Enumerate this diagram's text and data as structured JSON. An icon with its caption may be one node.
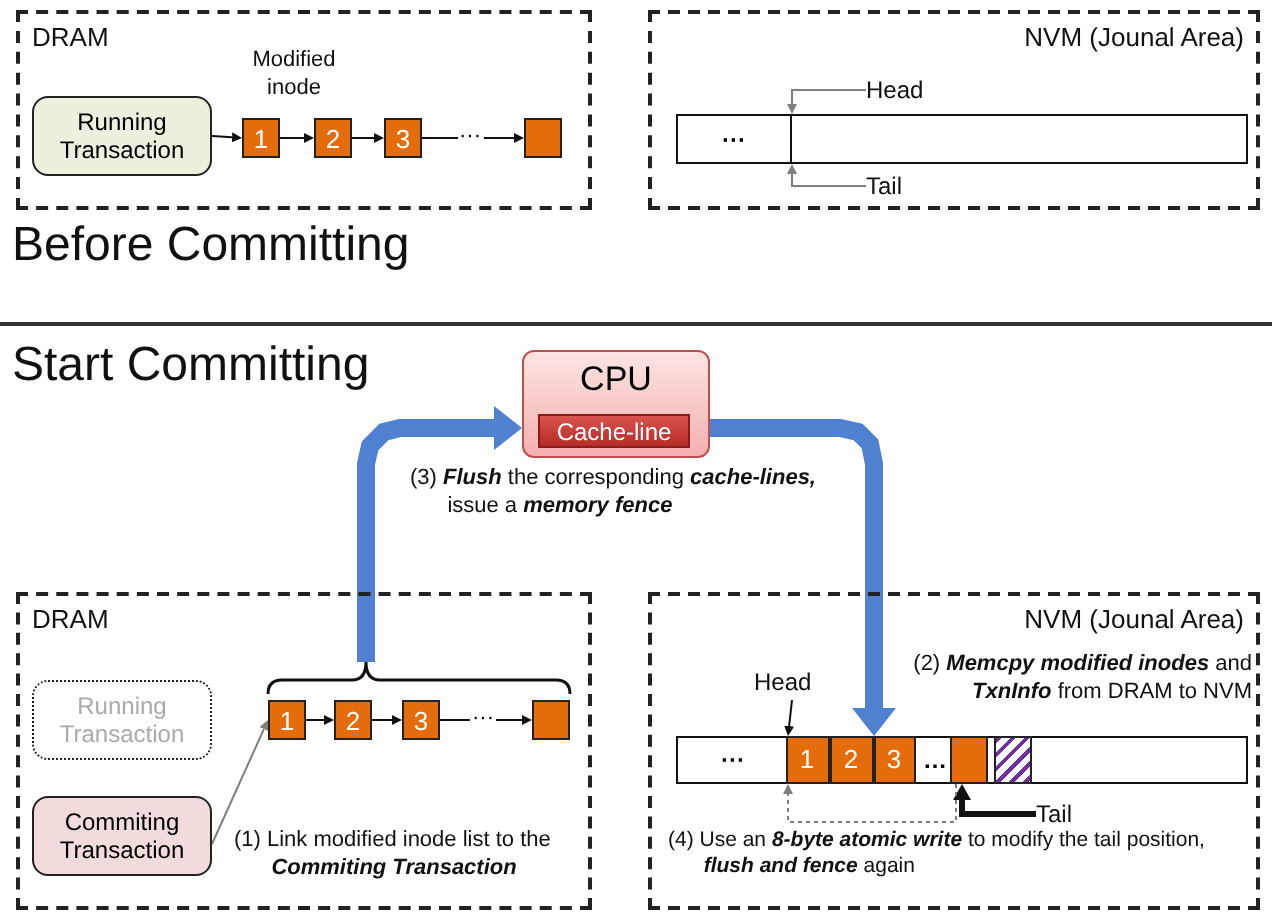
{
  "diagram": {
    "nodes": [
      {
        "text": [
          "DRAM"
        ]
      },
      {
        "text": [
          "Running Transaction"
        ],
        "in": 0
      },
      {
        "text": [
          "1"
        ],
        "in": 0
      },
      {
        "text": [
          "2"
        ],
        "in": 0
      },
      {
        "text": [
          "3"
        ],
        "in": 0
      },
      {
        "text": [],
        "shape": "box",
        "in": 0
      },
      {
        "text": [
          "NVM (Jounal Area)"
        ]
      },
      {
        "text": [
          "···"
        ],
        "in": 6
      },
      {
        "text": [
          "Head"
        ],
        "in": 6
      },
      {
        "text": [
          "Tail"
        ],
        "in": 6
      },
      {
        "text": [
          "CPU"
        ]
      },
      {
        "text": [
          "Cache-line"
        ],
        "in": 10
      },
      {
        "text": [
          "DRAM"
        ]
      },
      {
        "text": [
          "Running Transaction"
        ],
        "in": 12
      },
      {
        "text": [
          "Commiting Transaction"
        ],
        "in": 12
      },
      {
        "text": [
          "1"
        ],
        "in": 12
      },
      {
        "text": [
          "2"
        ],
        "in": 12
      },
      {
        "text": [
          "3"
        ],
        "in": 12
      },
      {
        "text": [],
        "shape": "box",
        "in": 12
      },
      {
        "text": [
          "NVM (Jounal Area)"
        ]
      },
      {
        "text": [
          "···",
          "…"
        ],
        "in": 19
      },
      {
        "text": [
          "1"
        ],
        "in": 20
      },
      {
        "text": [
          "2"
        ],
        "in": 20
      },
      {
        "text": [
          "3"
        ],
        "in": 20
      },
      {
        "text": [],
        "shape": "box",
        "in": 20
      },
      {
        "text": [],
        "shape": "box",
        "in": 20
      },
      {
        "text": [
          "Head"
        ],
        "in": 19
      },
      {
        "text": [
          "Tail"
        ],
        "in": 19
      },
      {
        "text": [],
        "shape": "brace",
        "in": 12
      }
    ],
    "edges": [
      {
        "from": 1,
        "to": 2,
        "arrow": "to"
      },
      {
        "from": 2,
        "to": 3,
        "arrow": "to"
      },
      {
        "from": 3,
        "to": 4,
        "arrow": "to"
      },
      {
        "from": 4,
        "to": 5,
        "arrow": "to",
        "label": "···"
      },
      {
        "from": 8,
        "to": 7,
        "arrow": "to",
        "color": "#7f7f7f"
      },
      {
        "from": 9,
        "to": 7,
        "arrow": "to",
        "color": "#7f7f7f"
      },
      {
        "from": 28,
        "to": 10,
        "arrow": "to",
        "style": "thick",
        "color": "#4f81d0"
      },
      {
        "from": 10,
        "to": 20,
        "arrow": "to",
        "style": "thick",
        "color": "#4f81d0"
      },
      {
        "from": 14,
        "to": 15,
        "arrow": "to",
        "color": "#7f7f7f"
      },
      {
        "from": 15,
        "to": 16,
        "arrow": "to"
      },
      {
        "from": 16,
        "to": 17,
        "arrow": "to"
      },
      {
        "from": 17,
        "to": 18,
        "arrow": "to",
        "label": "···"
      },
      {
        "from": 26,
        "to": 20,
        "arrow": "to"
      },
      {
        "from": 27,
        "to": 24,
        "arrow": "to",
        "style": "thick"
      },
      {
        "from": 24,
        "to": 21,
        "arrow": "to",
        "style": "dashed",
        "color": "#7f7f7f"
      }
    ],
    "labels": [
      "Modified inode",
      "Before Committing",
      "Start Committing",
      "(3) **Flush** the corresponding **cache-lines,** issue a **memory fence**",
      "(1) Link modified inode list to the **Commiting Transaction**",
      "(2) **Memcpy modified inodes** and **TxnInfo** from DRAM to NVM",
      "(4) Use an **8-byte atomic write** to modify the tail position, **flush and fence** again"
    ]
  }
}
